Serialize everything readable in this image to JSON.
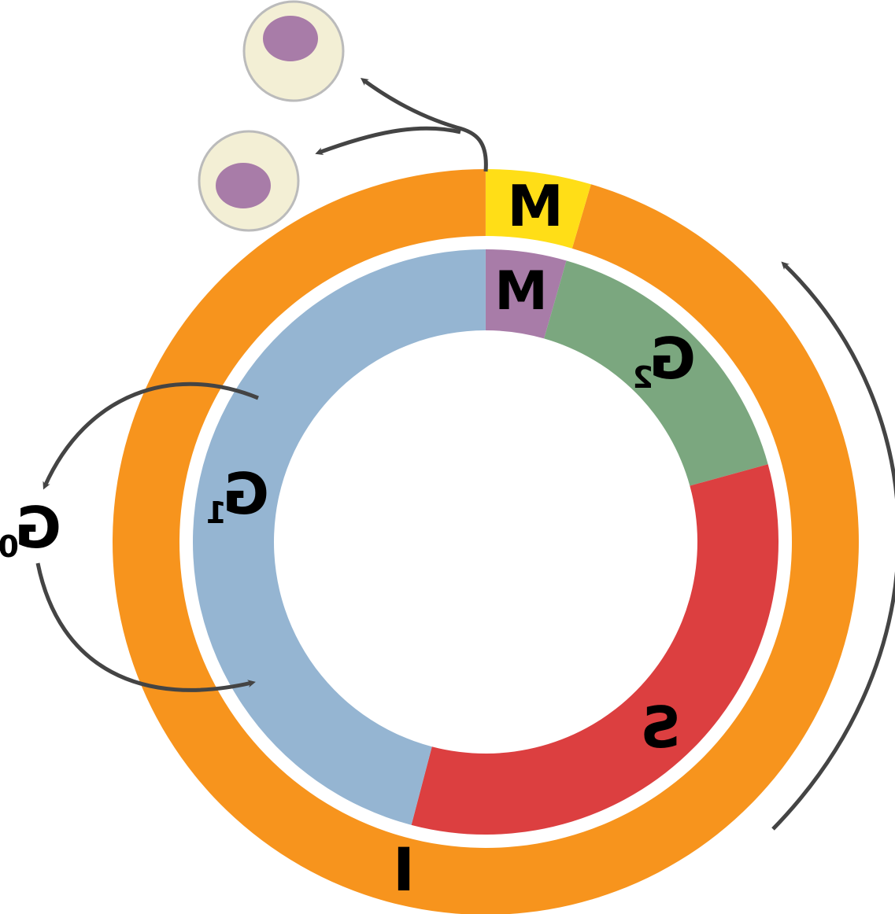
{
  "labels": {
    "outer_m": "M",
    "inner_m": "M",
    "g2": "G",
    "g2_sub": "2",
    "s": "S",
    "g1": "G",
    "g1_sub": "1",
    "g0": "G",
    "g0_sub": "0",
    "interphase": "I"
  },
  "colors": {
    "interphase": "#f7941d",
    "mitosis_outer": "#ffde17",
    "mitosis_inner": "#a87ca8",
    "g2": "#7ba77f",
    "s": "#dc3f40",
    "g1": "#95b5d2",
    "arrow": "#444444",
    "cell_body": "#f3efd5",
    "cell_nucleus": "#a87ca8"
  },
  "mirrored": true
}
